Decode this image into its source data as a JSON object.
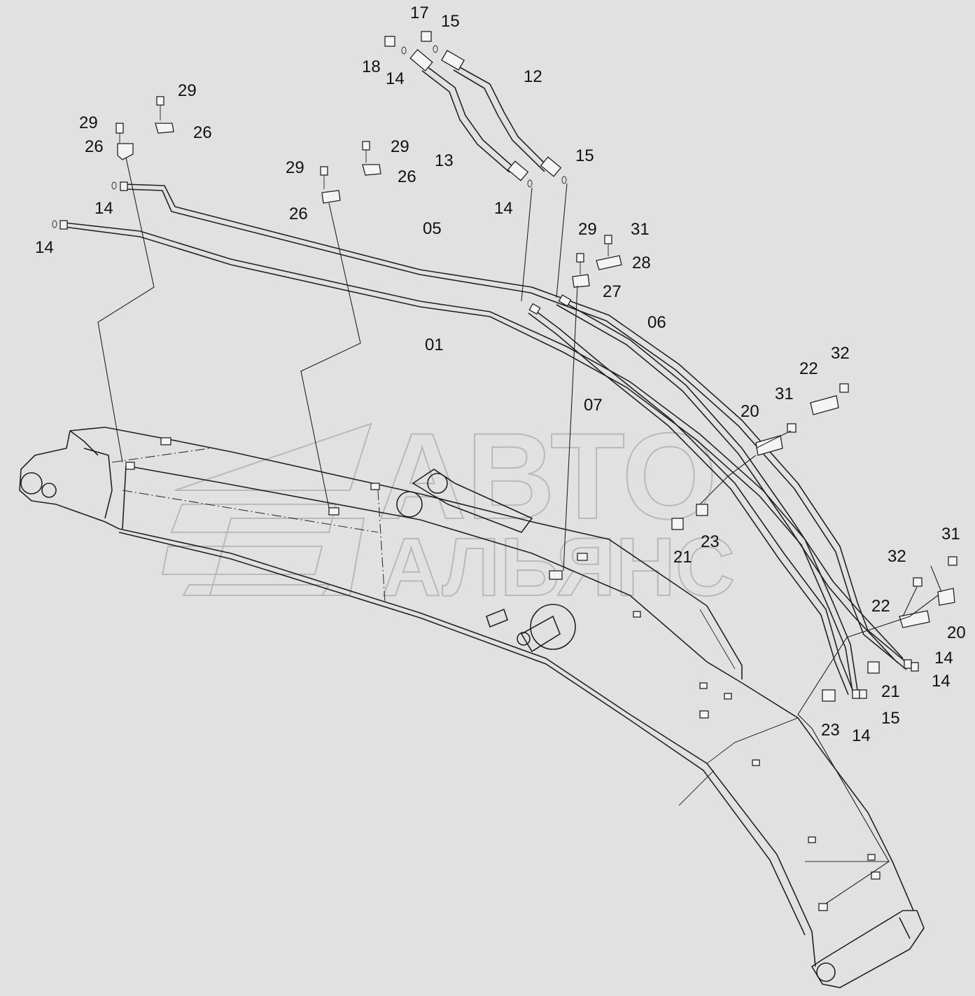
{
  "watermark": {
    "line1": "АВТО",
    "line2": "АЛЬЯНС"
  },
  "callouts": [
    {
      "id": "c17a",
      "text": "17"
    },
    {
      "id": "c15a",
      "text": "15"
    },
    {
      "id": "c18",
      "text": "18"
    },
    {
      "id": "c14a",
      "text": "14"
    },
    {
      "id": "c12",
      "text": "12"
    },
    {
      "id": "c13",
      "text": "13"
    },
    {
      "id": "c15b",
      "text": "15"
    },
    {
      "id": "c14b",
      "text": "14"
    },
    {
      "id": "c29a",
      "text": "29"
    },
    {
      "id": "c26a",
      "text": "26"
    },
    {
      "id": "c29b",
      "text": "29"
    },
    {
      "id": "c26b",
      "text": "26"
    },
    {
      "id": "c29c",
      "text": "29"
    },
    {
      "id": "c26c",
      "text": "26"
    },
    {
      "id": "c29d",
      "text": "29"
    },
    {
      "id": "c26d",
      "text": "26"
    },
    {
      "id": "c14c",
      "text": "14"
    },
    {
      "id": "c14d",
      "text": "14"
    },
    {
      "id": "c05",
      "text": "05"
    },
    {
      "id": "c01",
      "text": "01"
    },
    {
      "id": "c29e",
      "text": "29"
    },
    {
      "id": "c31a",
      "text": "31"
    },
    {
      "id": "c28",
      "text": "28"
    },
    {
      "id": "c27",
      "text": "27"
    },
    {
      "id": "c06",
      "text": "06"
    },
    {
      "id": "c07",
      "text": "07"
    },
    {
      "id": "c32a",
      "text": "32"
    },
    {
      "id": "c22a",
      "text": "22"
    },
    {
      "id": "c31b",
      "text": "31"
    },
    {
      "id": "c20a",
      "text": "20"
    },
    {
      "id": "c23a",
      "text": "23"
    },
    {
      "id": "c21a",
      "text": "21"
    },
    {
      "id": "c31c",
      "text": "31"
    },
    {
      "id": "c32b",
      "text": "32"
    },
    {
      "id": "c22b",
      "text": "22"
    },
    {
      "id": "c20b",
      "text": "20"
    },
    {
      "id": "c14e",
      "text": "14"
    },
    {
      "id": "c14f",
      "text": "14"
    },
    {
      "id": "c21b",
      "text": "21"
    },
    {
      "id": "c23b",
      "text": "23"
    },
    {
      "id": "c14g",
      "text": "14"
    },
    {
      "id": "c15c",
      "text": "15"
    }
  ]
}
